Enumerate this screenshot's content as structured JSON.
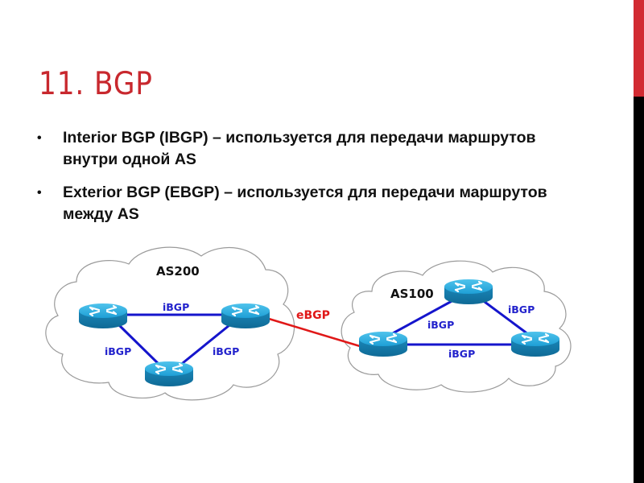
{
  "slide": {
    "title": "11. BGP",
    "accent_color": "#c8282e",
    "side_bar": {
      "top_color": "#d22b32",
      "bottom_color": "#000000"
    }
  },
  "bullets": [
    {
      "text": "Interior BGP (IBGP) – используется для передачи маршрутов внутри одной AS"
    },
    {
      "text": "Exterior BGP (EBGP) – используется для передачи маршрутов между AS"
    }
  ],
  "diagram": {
    "as_left": {
      "label": "AS200",
      "links": [
        {
          "label": "iBGP",
          "from": "r1",
          "to": "r2"
        },
        {
          "label": "iBGP",
          "from": "r1",
          "to": "r3"
        },
        {
          "label": "iBGP",
          "from": "r2",
          "to": "r3"
        }
      ]
    },
    "as_right": {
      "label": "AS100",
      "links": [
        {
          "label": "iBGP",
          "from": "r4",
          "to": "r5"
        },
        {
          "label": "iBGP",
          "from": "r5",
          "to": "r6"
        },
        {
          "label": "iBGP",
          "from": "r4",
          "to": "r6"
        }
      ]
    },
    "external_link": {
      "label": "eBGP",
      "color": "#e01818"
    },
    "ibgp_color": "#1515cc",
    "router_color": "#1c8fc4"
  }
}
